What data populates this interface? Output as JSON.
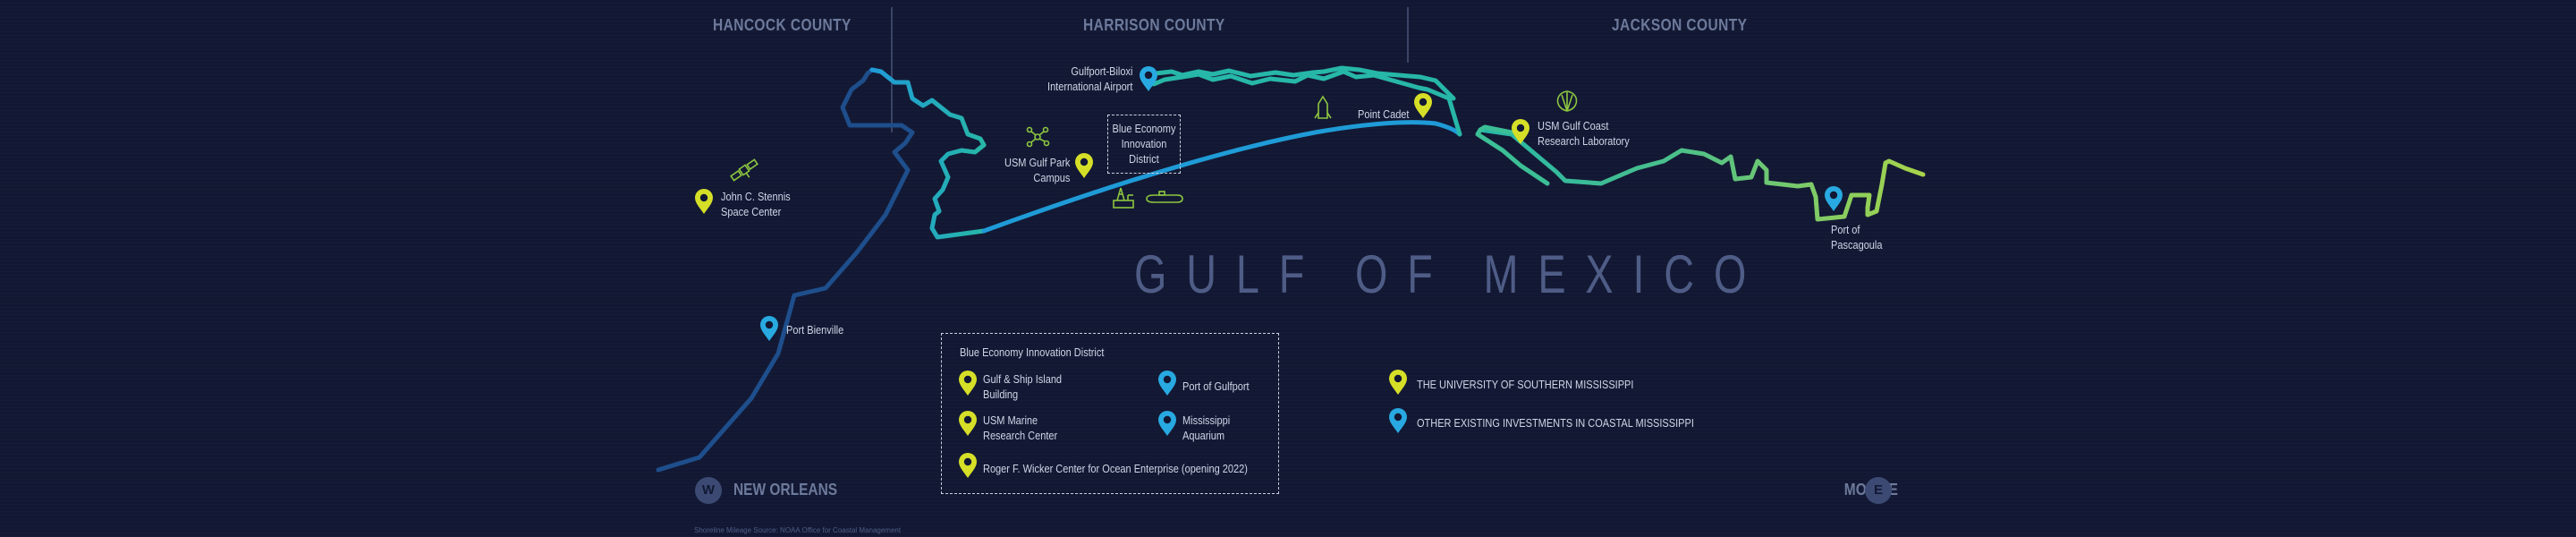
{
  "counties": [
    "HANCOCK COUNTY",
    "HARRISON COUNTY",
    "JACKSON COUNTY"
  ],
  "water_label": "GULF OF MEXICO",
  "places": {
    "stennis": "John C. Stennis\nSpace Center",
    "bienville": "Port Bienville",
    "airport": "Gulfport-Biloxi\nInternational Airport",
    "gulf_park": "USM Gulf Park\nCampus",
    "bed": "Blue Economy\nInnovation\nDistrict",
    "point_cadet": "Point Cadet",
    "gcrl": "USM Gulf Coast\nResearch Laboratory",
    "pascagoula": "Port of\nPascagoula"
  },
  "legend_box": {
    "title": "Blue Economy Innovation District",
    "items": [
      {
        "label": "Gulf & Ship Island\nBuilding",
        "marker": "yellow"
      },
      {
        "label": "Port of Gulfport",
        "marker": "blue"
      },
      {
        "label": "USM Marine\nResearch Center",
        "marker": "yellow"
      },
      {
        "label": "Mississippi\nAquarium",
        "marker": "blue"
      },
      {
        "label": "Roger F. Wicker Center for Ocean Enterprise (opening 2022)",
        "marker": "yellow"
      }
    ]
  },
  "key": {
    "usm": "THE UNIVERSITY OF SOUTHERN MISSISSIPPI",
    "other": "OTHER EXISTING INVESTMENTS IN COASTAL MISSISSIPPI"
  },
  "directions": {
    "west_label": "NEW ORLEANS",
    "west_badge": "W",
    "east_label": "MOBILE",
    "east_badge": "E"
  },
  "source_note": "Shoreline Mileage Source: NOAA Office for Coastal Management",
  "colors": {
    "background": "#121833",
    "usm_yellow": "#d6df27",
    "investment_blue": "#28a9e1",
    "coast_dark_blue": "#1e4e8c",
    "coast_blue": "#1f9bd7",
    "coast_teal": "#27b7a8",
    "coast_green": "#8cc63f",
    "icon_green": "#8cc63f",
    "county_label": "#6d7a9c"
  },
  "icons": [
    "satellite-icon",
    "molecule-icon",
    "oil-rig-icon",
    "submarine-icon",
    "rocket-icon",
    "shell-icon",
    "map-pin-icon"
  ]
}
